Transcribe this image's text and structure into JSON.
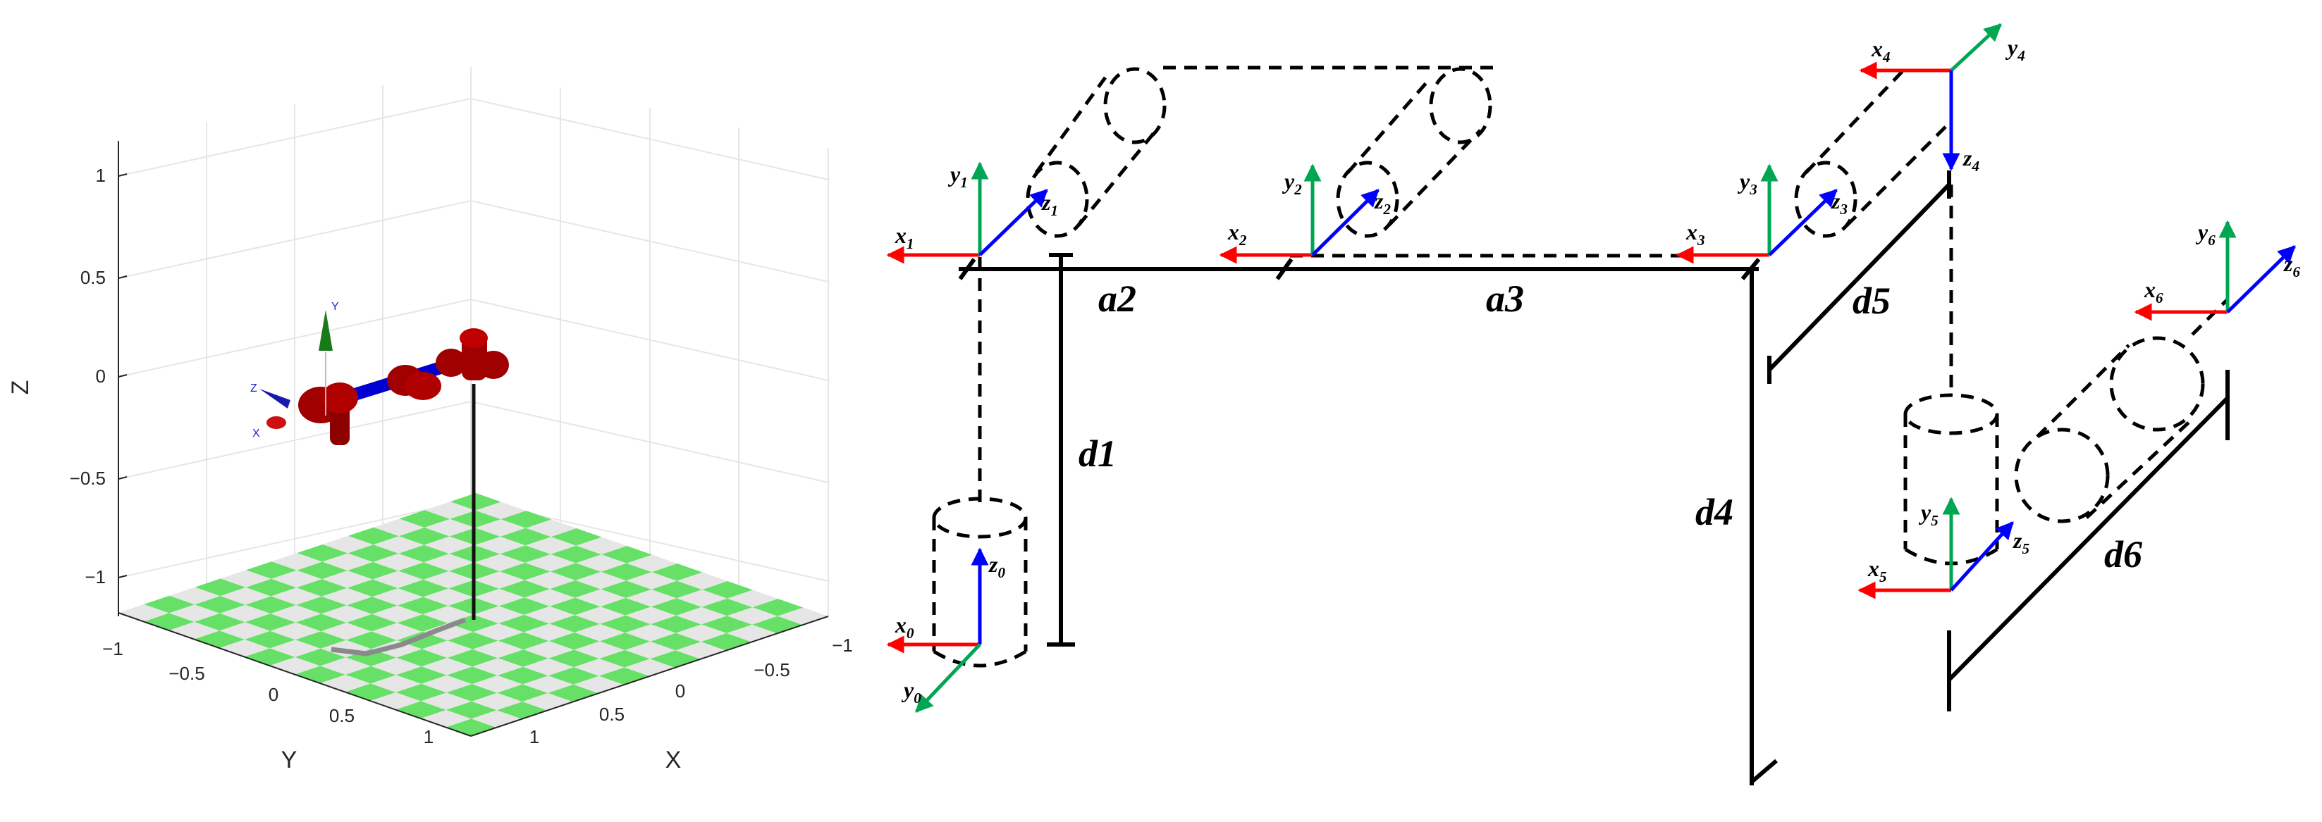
{
  "plot3d": {
    "axis_labels": {
      "x": "X",
      "y": "Y",
      "z": "Z"
    },
    "z_ticks": [
      "1",
      "0.5",
      "0",
      "−0.5",
      "−1"
    ],
    "y_ticks": [
      "−1",
      "−0.5",
      "0",
      "0.5",
      "1"
    ],
    "x_ticks": [
      "−1",
      "−0.5",
      "0",
      "0.5",
      "1"
    ],
    "frame_labels": {
      "x": "X",
      "y": "Y",
      "z": "Z"
    },
    "colors": {
      "floor_green": "#66e066",
      "floor_gray": "#e6e6e6",
      "joint": "#a00000",
      "link": "#0000d0",
      "path": "#888888"
    }
  },
  "kinematic_diagram": {
    "dimensions": {
      "a2": "a2",
      "a3": "a3",
      "d1": "d1",
      "d4": "d4",
      "d5": "d5",
      "d6": "d6"
    },
    "frames": [
      {
        "x": "x",
        "y": "y",
        "z": "z",
        "index": "0"
      },
      {
        "x": "x",
        "y": "y",
        "z": "z",
        "index": "1"
      },
      {
        "x": "x",
        "y": "y",
        "z": "z",
        "index": "2"
      },
      {
        "x": "x",
        "y": "y",
        "z": "z",
        "index": "3"
      },
      {
        "x": "x",
        "y": "y",
        "z": "z",
        "index": "4"
      },
      {
        "x": "x",
        "y": "y",
        "z": "z",
        "index": "5"
      },
      {
        "x": "x",
        "y": "y",
        "z": "z",
        "index": "6"
      }
    ],
    "colors": {
      "x_axis": "#ff0000",
      "y_axis": "#00a651",
      "z_axis": "#0000ff",
      "line": "#000000"
    }
  }
}
